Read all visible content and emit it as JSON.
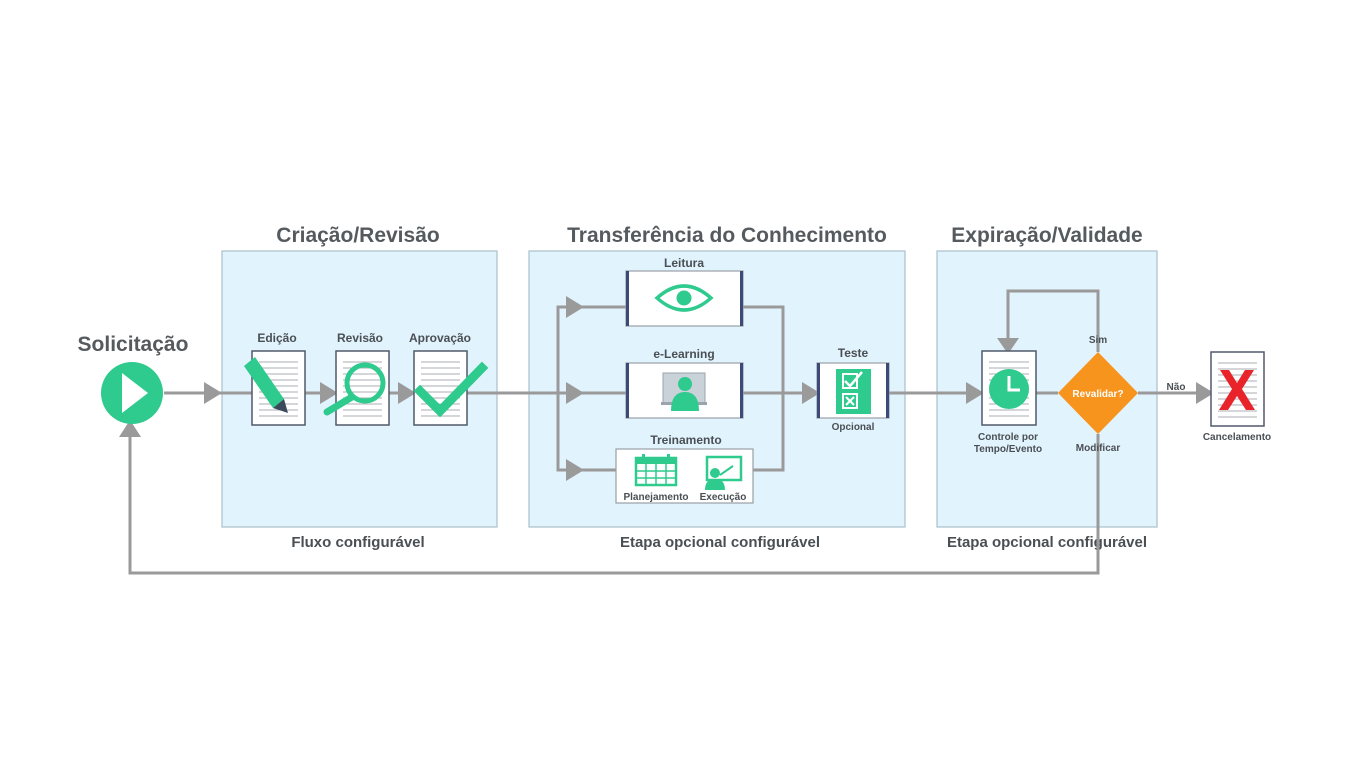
{
  "sections": {
    "solicitacao": "Solicitação",
    "criacao": "Criação/Revisão",
    "transferencia": "Transferência do Conhecimento",
    "expiracao": "Expiração/Validade"
  },
  "captions": {
    "criacao": "Fluxo configurável",
    "transferencia": "Etapa opcional configurável",
    "expiracao": "Etapa opcional configurável"
  },
  "steps": {
    "edicao": "Edição",
    "revisao": "Revisão",
    "aprovacao": "Aprovação",
    "leitura": "Leitura",
    "elearning": "e-Learning",
    "treinamento": "Treinamento",
    "planejamento": "Planejamento",
    "execucao": "Execução",
    "teste": "Teste",
    "opcional": "Opcional",
    "controle_line1": "Controle por",
    "controle_line2": "Tempo/Evento",
    "revalidar": "Revalidar?",
    "sim": "Sim",
    "nao": "Não",
    "modificar": "Modificar",
    "cancelamento": "Cancelamento"
  },
  "colors": {
    "accent_green": "#2fca8e",
    "panel_fill": "#e1f3fc",
    "decision_orange": "#f7941d",
    "cancel_red": "#e8232a",
    "connector_gray": "#9a9a9a"
  },
  "icons": [
    "play-icon",
    "pencil-icon",
    "magnifier-icon",
    "checkmark-icon",
    "eye-icon",
    "person-screen-icon",
    "calendar-icon",
    "presenter-icon",
    "checklist-icon",
    "clock-icon",
    "x-icon"
  ]
}
